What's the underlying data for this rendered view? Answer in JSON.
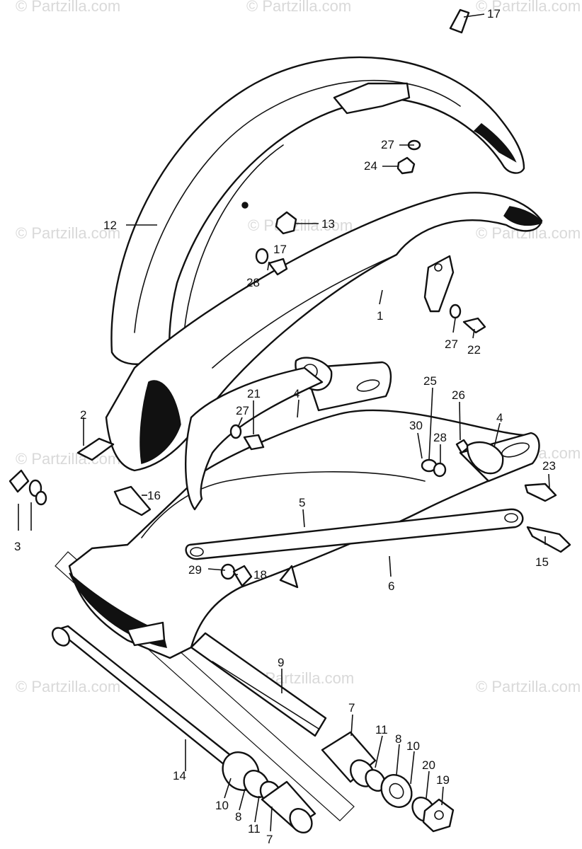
{
  "watermark": "© Partzilla.com",
  "labels": {
    "l1": "1",
    "l2": "2",
    "l3": "3",
    "l4a": "4",
    "l4b": "4",
    "l5": "5",
    "l6": "6",
    "l7a": "7",
    "l7b": "7",
    "l8a": "8",
    "l8b": "8",
    "l9": "9",
    "l10a": "10",
    "l10b": "10",
    "l11a": "11",
    "l11b": "11",
    "l12": "12",
    "l13": "13",
    "l14": "14",
    "l15": "15",
    "l16": "16",
    "l17a": "17",
    "l17b": "17",
    "l18": "18",
    "l19": "19",
    "l20": "20",
    "l21": "21",
    "l22": "22",
    "l23": "23",
    "l24": "24",
    "l25": "25",
    "l26": "26",
    "l27a": "27",
    "l27b": "27",
    "l27c": "27",
    "l28a": "28",
    "l28b": "28",
    "l29": "29",
    "l30": "30"
  }
}
